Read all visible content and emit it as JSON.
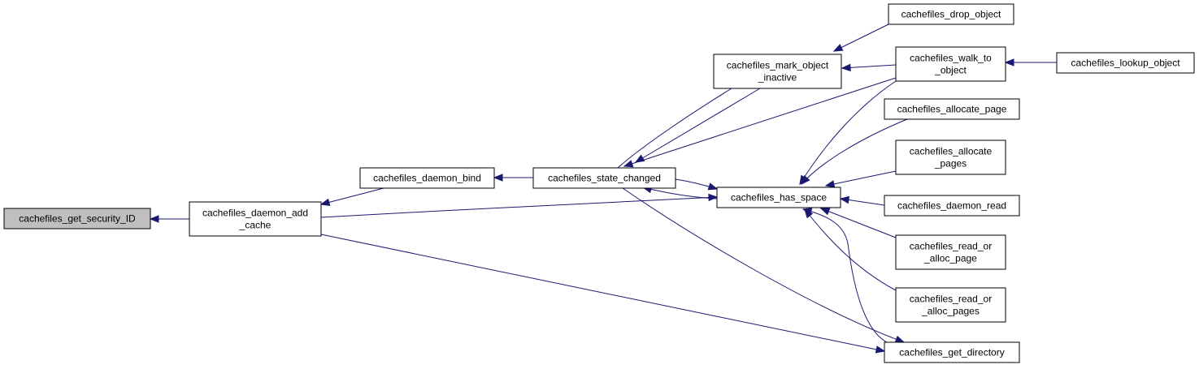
{
  "nodes": [
    {
      "id": "get_security_id",
      "lines": [
        "cachefiles_get_security_ID"
      ],
      "highlighted": true
    },
    {
      "id": "daemon_add_cache",
      "lines": [
        "cachefiles_daemon_add",
        "_cache"
      ]
    },
    {
      "id": "daemon_bind",
      "lines": [
        "cachefiles_daemon_bind"
      ]
    },
    {
      "id": "state_changed",
      "lines": [
        "cachefiles_state_changed"
      ]
    },
    {
      "id": "mark_object_inactive",
      "lines": [
        "cachefiles_mark_object",
        "_inactive"
      ]
    },
    {
      "id": "has_space",
      "lines": [
        "cachefiles_has_space"
      ]
    },
    {
      "id": "drop_object",
      "lines": [
        "cachefiles_drop_object"
      ]
    },
    {
      "id": "walk_to_object",
      "lines": [
        "cachefiles_walk_to",
        "_object"
      ]
    },
    {
      "id": "lookup_object",
      "lines": [
        "cachefiles_lookup_object"
      ]
    },
    {
      "id": "allocate_page",
      "lines": [
        "cachefiles_allocate_page"
      ]
    },
    {
      "id": "allocate_pages",
      "lines": [
        "cachefiles_allocate",
        "_pages"
      ]
    },
    {
      "id": "daemon_read",
      "lines": [
        "cachefiles_daemon_read"
      ]
    },
    {
      "id": "read_or_alloc_page",
      "lines": [
        "cachefiles_read_or",
        "_alloc_page"
      ]
    },
    {
      "id": "read_or_alloc_pages",
      "lines": [
        "cachefiles_read_or",
        "_alloc_pages"
      ]
    },
    {
      "id": "get_directory",
      "lines": [
        "cachefiles_get_directory"
      ]
    }
  ],
  "edges": [
    {
      "from": "daemon_add_cache",
      "to": "get_security_id"
    },
    {
      "from": "daemon_bind",
      "to": "daemon_add_cache"
    },
    {
      "from": "state_changed",
      "to": "daemon_bind"
    },
    {
      "from": "mark_object_inactive",
      "to": "state_changed"
    },
    {
      "from": "walk_to_object",
      "to": "state_changed"
    },
    {
      "from": "has_space",
      "to": "state_changed"
    },
    {
      "from": "drop_object",
      "to": "mark_object_inactive"
    },
    {
      "from": "walk_to_object",
      "to": "mark_object_inactive"
    },
    {
      "from": "lookup_object",
      "to": "walk_to_object"
    },
    {
      "from": "daemon_add_cache",
      "to": "has_space"
    },
    {
      "from": "state_changed",
      "to": "has_space"
    },
    {
      "from": "walk_to_object",
      "to": "has_space"
    },
    {
      "from": "allocate_page",
      "to": "has_space"
    },
    {
      "from": "allocate_pages",
      "to": "has_space"
    },
    {
      "from": "daemon_read",
      "to": "has_space"
    },
    {
      "from": "read_or_alloc_page",
      "to": "has_space"
    },
    {
      "from": "read_or_alloc_pages",
      "to": "has_space"
    },
    {
      "from": "get_directory",
      "to": "has_space"
    },
    {
      "from": "daemon_add_cache",
      "to": "get_directory"
    },
    {
      "from": "state_changed",
      "to": "get_directory"
    }
  ],
  "colors": {
    "edge": "#191970",
    "node_fill": "#ffffff",
    "highlight_fill": "#bfbfbf",
    "border": "#000000"
  }
}
